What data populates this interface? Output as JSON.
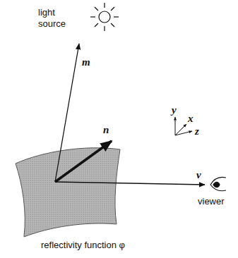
{
  "diagram": {
    "labels": [
      "light source",
      "m",
      "n",
      "v",
      "y",
      "x",
      "z",
      "viewer",
      "reflectivity function φ"
    ]
  }
}
